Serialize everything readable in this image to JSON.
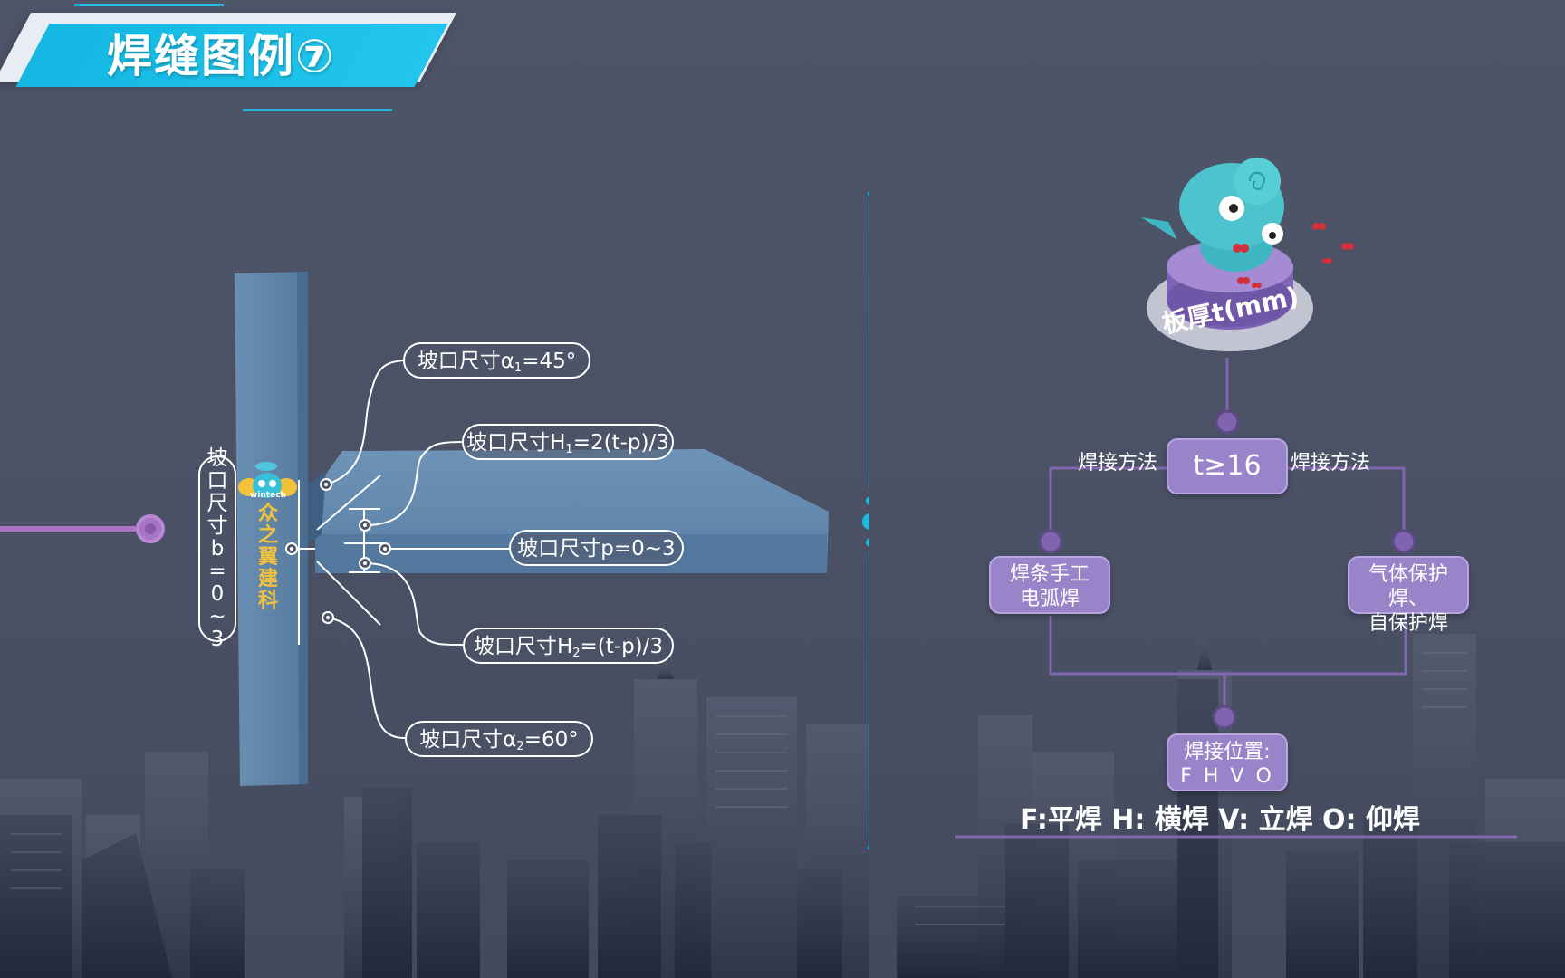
{
  "title": "焊缝图例⑦",
  "left_diagram": {
    "callouts": {
      "alpha1": {
        "main": "坡口尺寸α",
        "sub": "1",
        "rest": "=45°"
      },
      "h1": {
        "main": "坡口尺寸H",
        "sub": "1",
        "rest": "=2(t-p)/3"
      },
      "p": {
        "main": "坡口尺寸p=0~3"
      },
      "h2": {
        "main": "坡口尺寸H",
        "sub": "2",
        "rest": "=(t-p)/3"
      },
      "alpha2": {
        "main": "坡口尺寸α",
        "sub": "2",
        "rest": "=60°"
      }
    },
    "vertical_label": [
      "坡",
      "口",
      "尺",
      "寸",
      "b",
      "=",
      "0",
      "~",
      "3"
    ],
    "logo": {
      "name": "众之翼建科",
      "small": "wintech",
      "chars": [
        "众",
        "之",
        "翼",
        "建",
        "科"
      ]
    }
  },
  "flowchart": {
    "top_label": "板厚t(mm)",
    "condition": "t≥16",
    "method_label_left": "焊接方法",
    "method_label_right": "焊接方法",
    "left_box": [
      "焊条手工",
      "电弧焊"
    ],
    "right_box": [
      "气体保护焊、",
      "自保护焊"
    ],
    "position_box": [
      "焊接位置:",
      "F H V O"
    ],
    "legend": "F:平焊   H: 横焊   V: 立焊   O: 仰焊"
  },
  "colors": {
    "accent_cyan": "#1fb8e0",
    "flow_purple": "#9a84c9",
    "line_purple": "#8a72b8",
    "plate_blue": "#5f84a8",
    "logo_yellow": "#f2c33a"
  }
}
